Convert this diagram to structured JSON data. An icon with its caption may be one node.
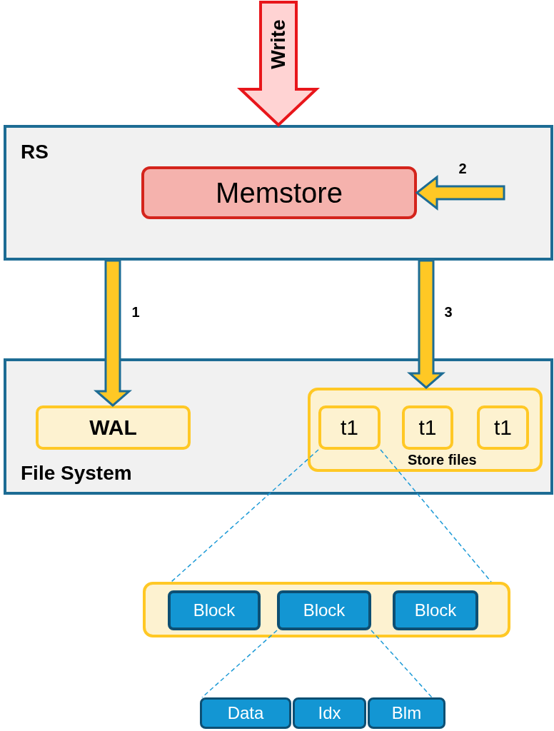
{
  "diagram": {
    "nodes": [
      {
        "text": [
          "RS"
        ]
      },
      {
        "text": [
          "Memstore"
        ],
        "in": 0
      },
      {
        "text": [
          "File System"
        ]
      },
      {
        "text": [
          "WAL"
        ],
        "in": 2
      },
      {
        "text": [
          "Store files"
        ],
        "in": 2
      },
      {
        "text": [
          "t1"
        ],
        "in": 4
      },
      {
        "text": [
          "t1"
        ],
        "in": 4
      },
      {
        "text": [
          "t1"
        ],
        "in": 4
      },
      {
        "text": [],
        "shape": "box"
      },
      {
        "text": [
          "Block"
        ],
        "in": 8
      },
      {
        "text": [
          "Block"
        ],
        "in": 8
      },
      {
        "text": [
          "Block"
        ],
        "in": 8
      },
      {
        "text": [
          "Data"
        ]
      },
      {
        "text": [
          "Idx"
        ]
      },
      {
        "text": [
          "Blm"
        ]
      }
    ],
    "edges": [
      {
        "from": null,
        "to": 0,
        "arrow": "to",
        "label": "Write",
        "style": "thick",
        "color": "#e8161b"
      },
      {
        "from": null,
        "to": 1,
        "arrow": "to",
        "label": "2",
        "style": "thick"
      },
      {
        "from": 0,
        "to": 3,
        "arrow": "to",
        "label": "1",
        "style": "thick"
      },
      {
        "from": 0,
        "to": 4,
        "arrow": "to",
        "label": "3",
        "style": "thick"
      },
      {
        "from": 5,
        "to": 8,
        "arrow": "none",
        "style": "dashed",
        "color": "#1e9bd7"
      },
      {
        "from": 5,
        "to": 8,
        "arrow": "none",
        "style": "dashed",
        "color": "#1e9bd7"
      },
      {
        "from": 10,
        "to": 12,
        "arrow": "none",
        "style": "dashed",
        "color": "#1e9bd7"
      },
      {
        "from": 10,
        "to": 14,
        "arrow": "none",
        "style": "dashed",
        "color": "#1e9bd7"
      }
    ]
  }
}
